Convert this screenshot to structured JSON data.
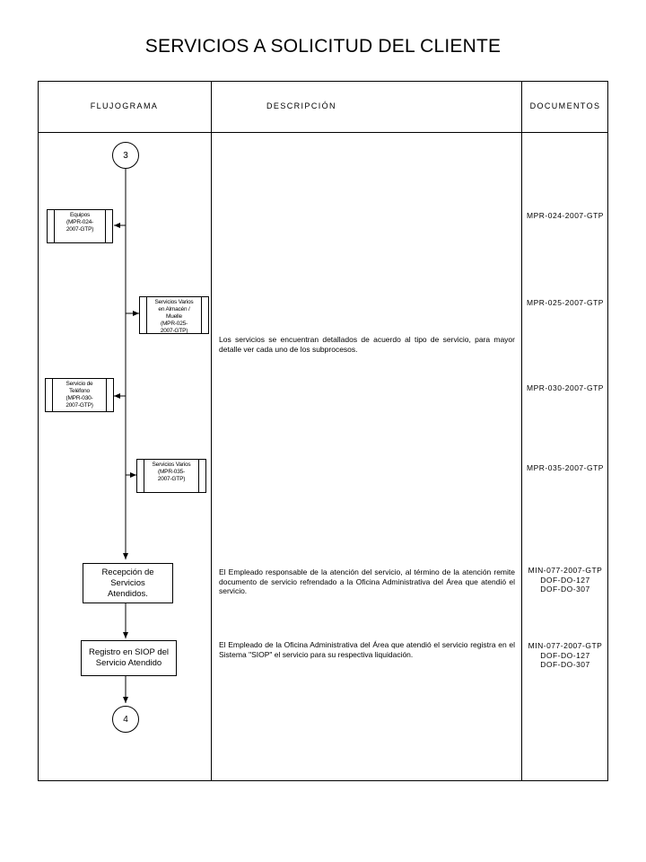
{
  "title": "SERVICIOS A SOLICITUD DEL CLIENTE",
  "headers": {
    "flow": "FLUJOGRAMA",
    "description": "DESCRIPCIÓN",
    "documents": "DOCUMENTOS"
  },
  "flow": {
    "connector_start": "3",
    "connector_end": "4",
    "subprocesses": [
      "Equipos\n(MPR-024-\n2007-GTP)",
      "Servicios Varios\nen Almacén /\nMuelle\n(MPR-025-\n2007-GTP)",
      "Servicio de\nTeléfono\n(MPR-030-\n2007-GTP)",
      "Servicios Varios\n(MPR-035-\n2007-GTP)"
    ],
    "process_reception": "Recepción de Servicios\nAtendidos.",
    "process_registry": "Registro en SIOP del\nServicio Atendido"
  },
  "descriptions": {
    "subprocesses": "Los servicios se encuentran detallados de acuerdo al tipo de servicio, para mayor detalle ver cada uno de los subprocesos.",
    "reception": "El Empleado responsable de la atención del servicio, al término de la atención remite documento de servicio refrendado a la Oficina Administrativa del Área que atendió el servicio.",
    "registry": "El Empleado de la Oficina Administrativa del Área que atendió el servicio registra en el Sistema \"SIOP\" el servicio para su respectiva liquidación."
  },
  "documents": {
    "equipos": "MPR-024-2007-GTP",
    "almacen": "MPR-025-2007-GTP",
    "telefono": "MPR-030-2007-GTP",
    "varios": "MPR-035-2007-GTP",
    "reception": "MIN-077-2007-GTP\nDOF-DO-127\nDOF-DO-307",
    "registry": "MIN-077-2007-GTP\nDOF-DO-127\nDOF-DO-307"
  }
}
